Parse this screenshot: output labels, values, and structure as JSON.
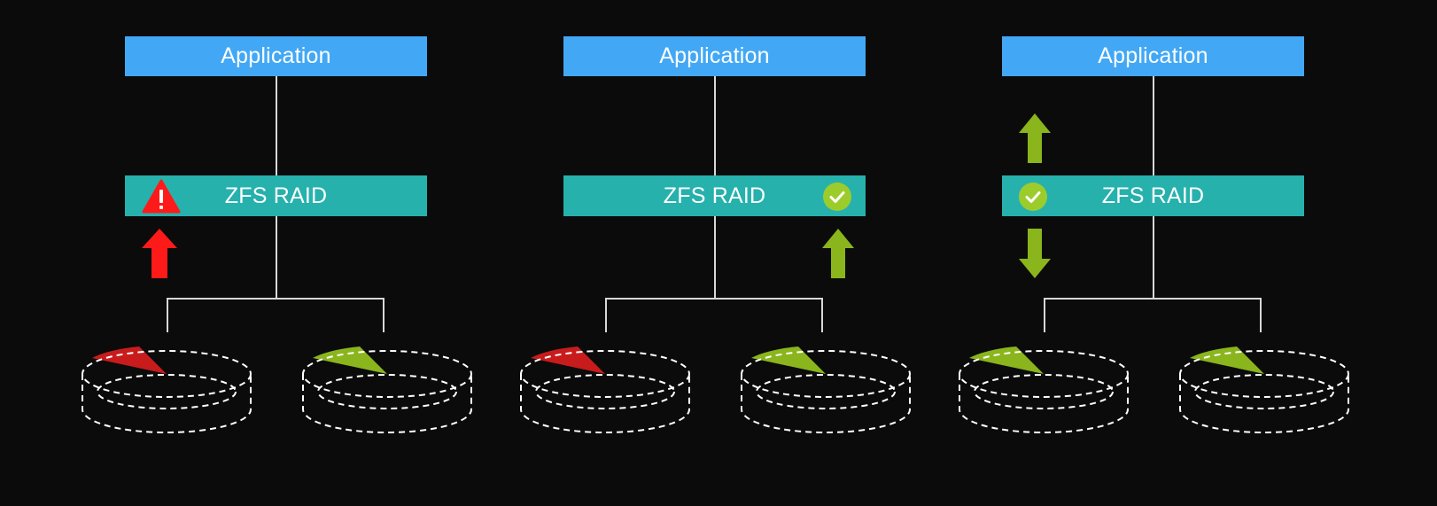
{
  "panels": [
    {
      "application_label": "Application",
      "raid_label": "ZFS RAID",
      "raid_status": "warning",
      "data_flow": [
        "up"
      ],
      "disks": [
        {
          "status": "corrupt"
        },
        {
          "status": "healthy"
        }
      ]
    },
    {
      "application_label": "Application",
      "raid_label": "ZFS RAID",
      "raid_status": "ok",
      "data_flow": [
        "up"
      ],
      "disks": [
        {
          "status": "corrupt"
        },
        {
          "status": "healthy"
        }
      ]
    },
    {
      "application_label": "Application",
      "raid_label": "ZFS RAID",
      "raid_status": "ok",
      "data_flow": [
        "up",
        "down"
      ],
      "disks": [
        {
          "status": "healthy"
        },
        {
          "status": "healthy"
        }
      ]
    }
  ],
  "colors": {
    "background": "#0b0b0b",
    "application_box": "#42a8f5",
    "raid_box": "#26b1ad",
    "corrupt": "#c81c1c",
    "healthy": "#8ab51c",
    "warning": "#ff1a1a",
    "ok_badge": "#9ccc2c",
    "line": "#d8d8d8"
  },
  "icons": {
    "warning": "warning-triangle-icon",
    "ok": "check-circle-icon",
    "arrow_up": "arrow-up-icon",
    "arrow_down": "arrow-down-icon",
    "disk": "disk-platter-icon"
  }
}
